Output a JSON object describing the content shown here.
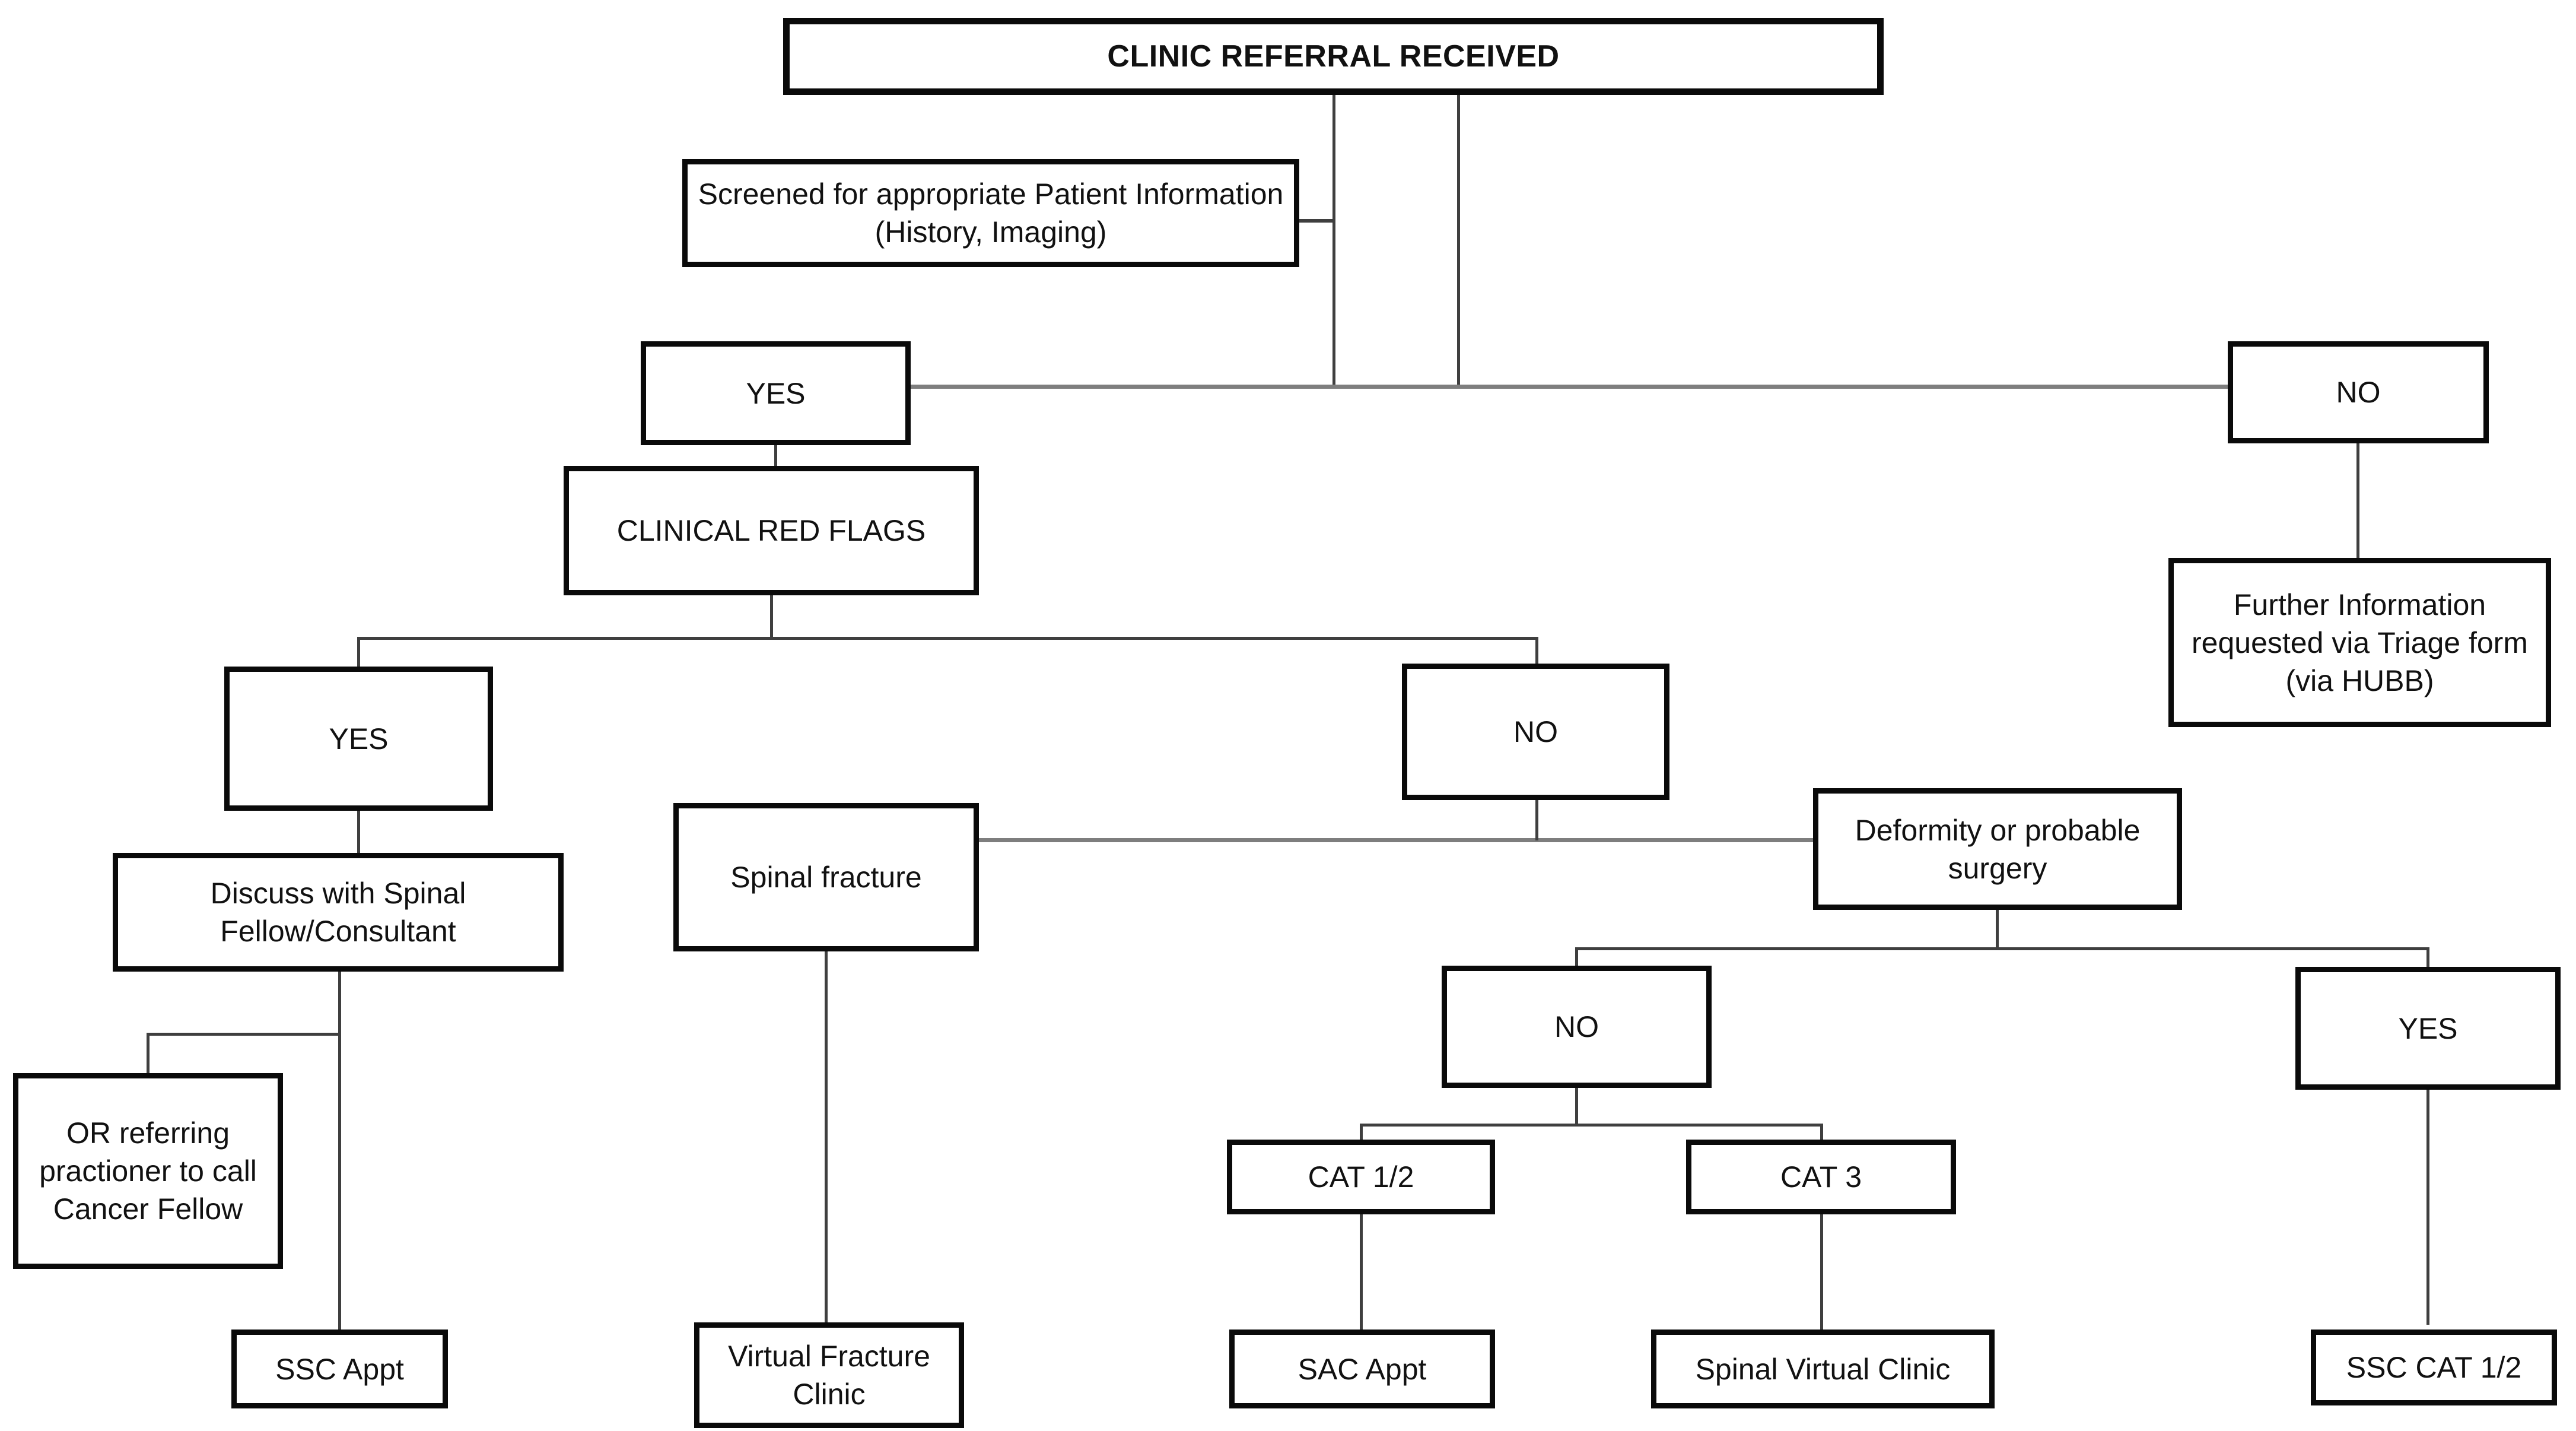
{
  "flowchart": {
    "title": "Clinic referral triage flowchart",
    "colors": {
      "background": "#ffffff",
      "box_fill": "#ffffff",
      "box_border": "#0a0a0a",
      "connector": "#3f3f3f",
      "connector_light": "#7e7e7e",
      "text": "#111111"
    },
    "nodes": {
      "clinic_referral": {
        "label": "CLINIC REFERRAL RECEIVED"
      },
      "screened": {
        "label": "Screened for appropriate Patient Information (History, Imaging)"
      },
      "yes_top": {
        "label": "YES"
      },
      "no_top": {
        "label": "NO"
      },
      "clinical_red_flags": {
        "label": "CLINICAL RED FLAGS"
      },
      "further_info": {
        "label": "Further Information requested via Triage form (via HUBB)"
      },
      "yes_red_flags": {
        "label": "YES"
      },
      "no_red_flags": {
        "label": "NO"
      },
      "discuss": {
        "label": "Discuss with Spinal Fellow/Consultant"
      },
      "or_referring": {
        "label": "OR referring practioner to call Cancer Fellow"
      },
      "ssc_appt": {
        "label": "SSC Appt"
      },
      "spinal_fracture": {
        "label": "Spinal fracture"
      },
      "virtual_fracture_clinic": {
        "label": "Virtual Fracture Clinic"
      },
      "deformity": {
        "label": "Deformity or probable surgery"
      },
      "no_deformity": {
        "label": "NO"
      },
      "yes_deformity": {
        "label": "YES"
      },
      "cat12": {
        "label": "CAT 1/2"
      },
      "cat3": {
        "label": "CAT 3"
      },
      "sac_appt": {
        "label": "SAC Appt"
      },
      "spinal_virtual_clinic": {
        "label": "Spinal Virtual Clinic"
      },
      "ssc_cat12": {
        "label": "SSC CAT 1/2"
      }
    },
    "edges": [
      [
        "clinic_referral",
        "screened"
      ],
      [
        "clinic_referral",
        "yes_top"
      ],
      [
        "clinic_referral",
        "no_top"
      ],
      [
        "yes_top",
        "clinical_red_flags"
      ],
      [
        "no_top",
        "further_info"
      ],
      [
        "clinical_red_flags",
        "yes_red_flags"
      ],
      [
        "clinical_red_flags",
        "no_red_flags"
      ],
      [
        "yes_red_flags",
        "discuss"
      ],
      [
        "discuss",
        "or_referring"
      ],
      [
        "discuss",
        "ssc_appt"
      ],
      [
        "no_red_flags",
        "spinal_fracture"
      ],
      [
        "no_red_flags",
        "deformity"
      ],
      [
        "spinal_fracture",
        "virtual_fracture_clinic"
      ],
      [
        "deformity",
        "no_deformity"
      ],
      [
        "deformity",
        "yes_deformity"
      ],
      [
        "no_deformity",
        "cat12"
      ],
      [
        "no_deformity",
        "cat3"
      ],
      [
        "cat12",
        "sac_appt"
      ],
      [
        "cat3",
        "spinal_virtual_clinic"
      ],
      [
        "yes_deformity",
        "ssc_cat12"
      ]
    ]
  }
}
